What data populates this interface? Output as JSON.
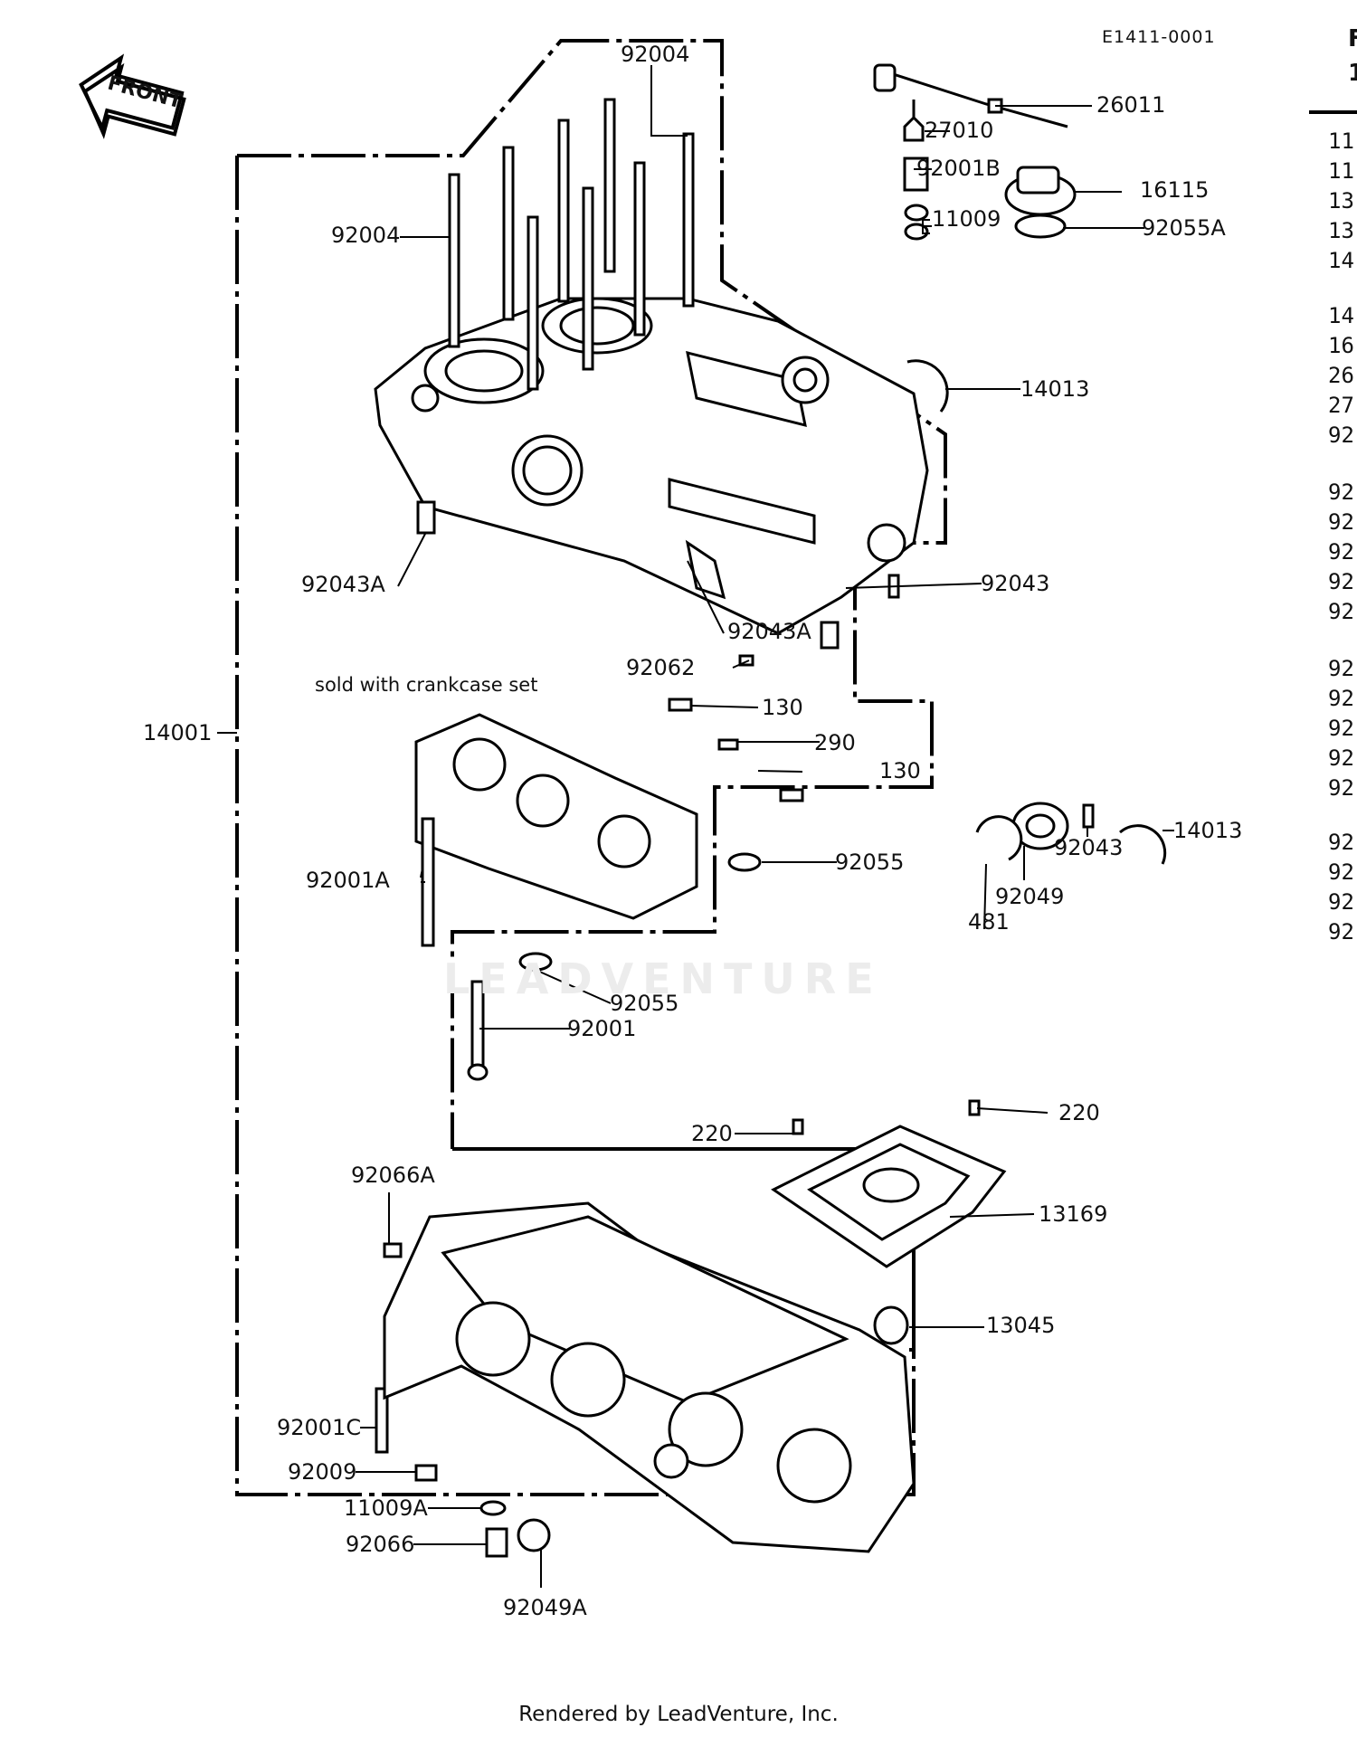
{
  "diagram_code": "E1411-0001",
  "front_label": "FRONT",
  "note": "sold with crankcase set",
  "watermark": "LEADVENTURE",
  "footer": "Rendered by LeadVenture, Inc.",
  "parts": [
    "92004",
    "92004",
    "26011",
    "27010",
    "92001B",
    "16115",
    "11009",
    "92055A",
    "14013",
    "92043A",
    "92043",
    "92043A",
    "92062",
    "130",
    "290",
    "130",
    "14001",
    "92001A",
    "92055",
    "92043",
    "14013",
    "92049",
    "481",
    "92055",
    "92001",
    "220",
    "220",
    "13169",
    "92066A",
    "13045",
    "92001C",
    "92009",
    "11009A",
    "92066",
    "92049A"
  ],
  "right_column_header": [
    "F",
    "1"
  ],
  "right_column": [
    "11",
    "11",
    "13",
    "13",
    "14",
    "14",
    "16",
    "26",
    "27",
    "92",
    "92",
    "92",
    "92",
    "92",
    "92",
    "92",
    "92",
    "92",
    "92",
    "92",
    "92",
    "92",
    "92",
    "92"
  ]
}
